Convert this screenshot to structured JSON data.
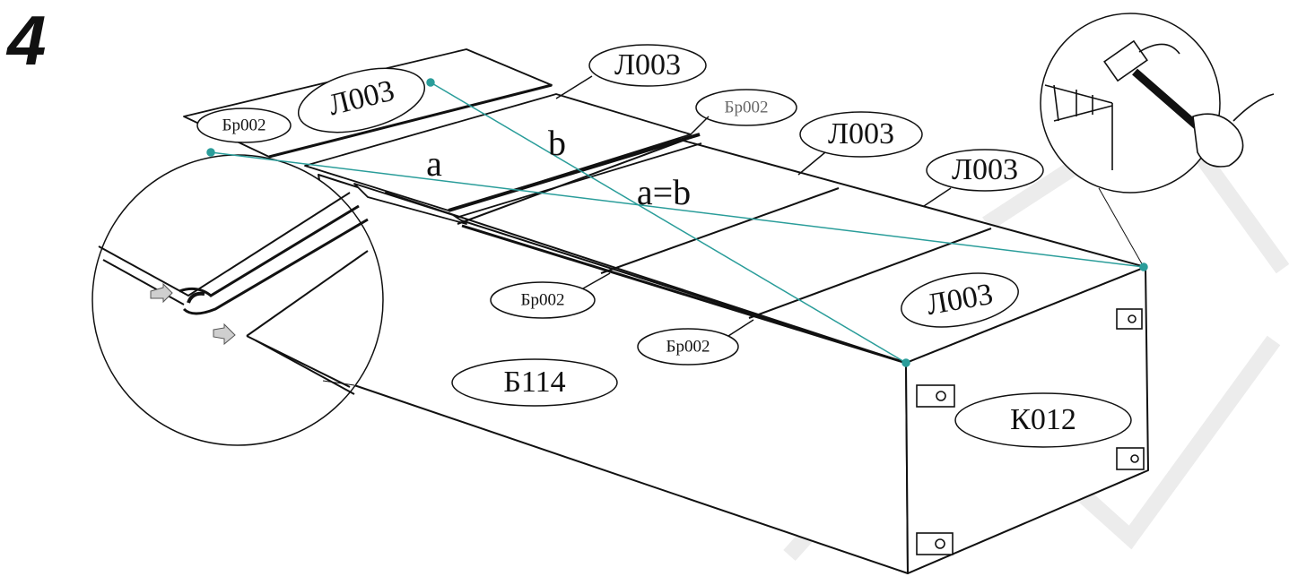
{
  "step_number": "4",
  "labels": {
    "top_left_panel": "Л003",
    "top_mid_panel": "Л003",
    "right_panel_1": "Л003",
    "right_panel_2": "Л003",
    "front_panel": "Л003",
    "strip_top_left": "Бр002",
    "strip_top_mid": "Бр002",
    "strip_bottom_1": "Бр002",
    "strip_bottom_2": "Бр002",
    "side_part": "Б114",
    "end_part": "К012"
  },
  "dimensions": {
    "a": "a",
    "b": "b",
    "equality": "a=b"
  },
  "colors": {
    "line": "#111111",
    "diagonal": "#2a9d9a",
    "watermark": "#e8e8e8"
  }
}
